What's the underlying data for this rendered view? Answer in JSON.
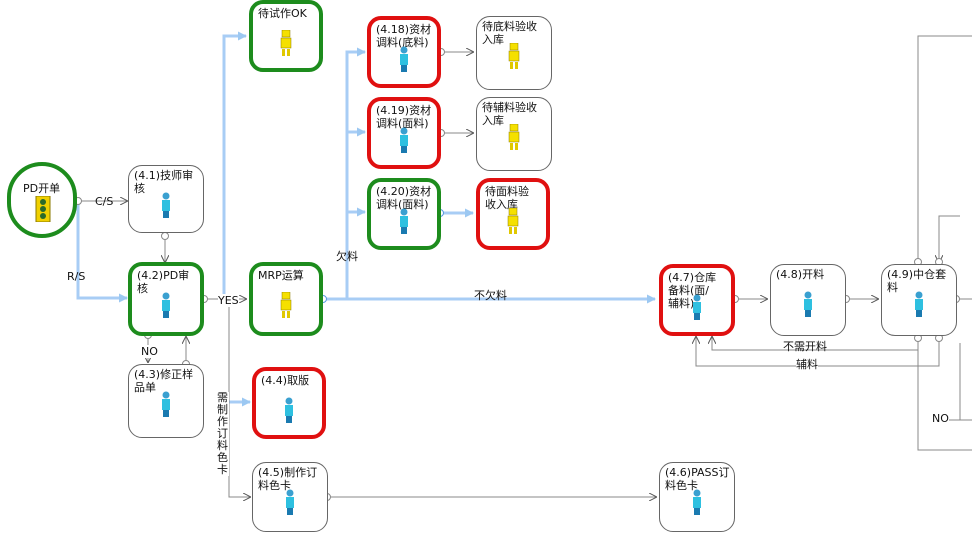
{
  "nodes": {
    "pd_open": "PD开单",
    "n4_1": "(4.1)技师审\n核",
    "n4_2": "(4.2)PD审\n核",
    "n4_3": "(4.3)修正样\n品单",
    "n4_4": "(4.4)取版",
    "n4_5": "(4.5)制作订\n料色卡",
    "n4_6": "(4.6)PASS订\n料色卡",
    "wait_test": "待试作OK",
    "mrp": "MRP运算",
    "n4_18": "(4.18)资材\n调料(底料)",
    "n4_19": "(4.19)资材\n调料(面料)",
    "n4_20": "(4.20)资材\n调料(面料)",
    "wait_base": "待底料验收\n入库",
    "wait_aux": "待辅料验收\n入库",
    "wait_face": "待面料验\n收入库",
    "n4_7": "(4.7)仓库\n备料(面/\n辅料)",
    "n4_8": "(4.8)开料",
    "n4_9": "(4.9)中仓套\n料"
  },
  "edge_labels": {
    "cs": "C/S",
    "rs": "R/S",
    "yes": "YES",
    "no": "NO",
    "no_right": "NO",
    "shortage": "欠料",
    "no_shortage": "不欠料",
    "no_cutting": "不需开料",
    "auxiliary": "辅料",
    "need_card": "需\n制\n作\n订\n料\n色\n卡"
  }
}
